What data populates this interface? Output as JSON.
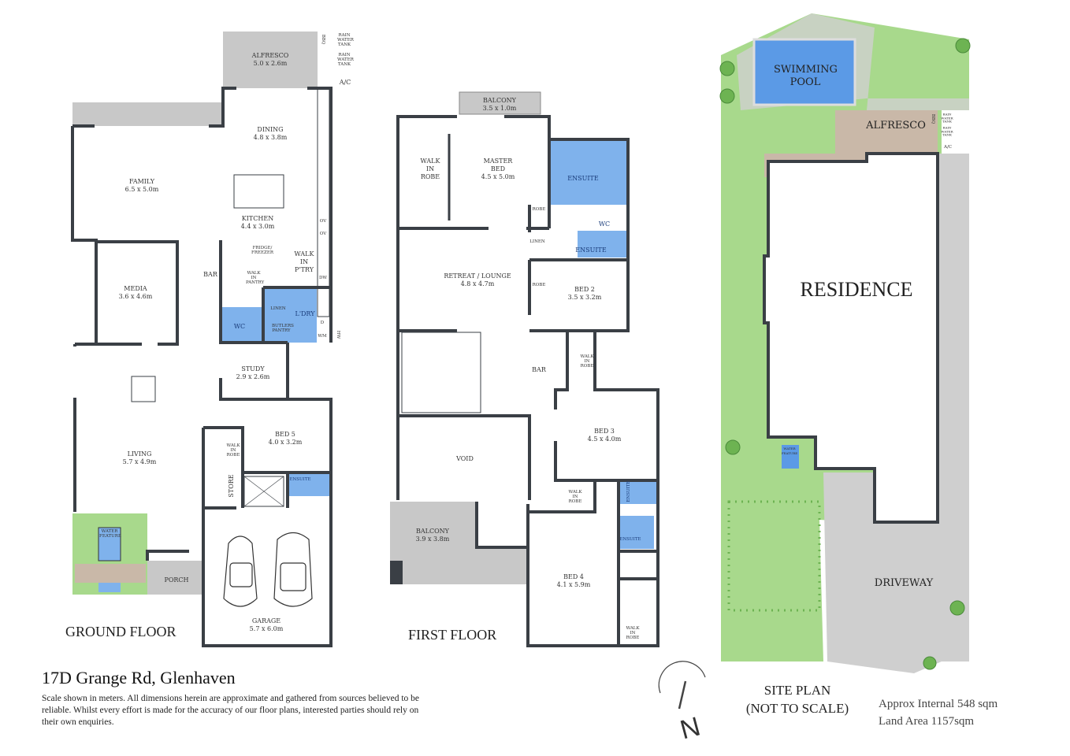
{
  "property": {
    "address": "17D Grange Rd, Glenhaven",
    "disclaimer": "Scale shown in meters. All dimensions herein are approximate and gathered from sources believed to be  reliable. Whilst every effort is made for the accuracy of our floor plans, interested parties should rely on their own enquiries.",
    "internal_area": "Approx Internal  548 sqm",
    "land_area": "Land Area 1157sqm"
  },
  "colors": {
    "wall": "#3a3f45",
    "wet_area": "#7fb2ec",
    "outdoor": "#c8c8c8",
    "lawn": "#a8d98c",
    "pool": "#5b9ae6",
    "deck": "#c9b8a8"
  },
  "ground_floor": {
    "title": "GROUND FLOOR",
    "rooms": [
      {
        "name": "ALFRESCO",
        "dims": "5.0 x 2.6m"
      },
      {
        "name": "DINING",
        "dims": "4.8 x 3.8m"
      },
      {
        "name": "FAMILY",
        "dims": "6.5 x 5.0m"
      },
      {
        "name": "KITCHEN",
        "dims": "4.4 x 3.0m"
      },
      {
        "name": "MEDIA",
        "dims": "3.6 x 4.6m"
      },
      {
        "name": "STUDY",
        "dims": "2.9 x 2.6m"
      },
      {
        "name": "LIVING",
        "dims": "5.7 x 4.9m"
      },
      {
        "name": "BED 5",
        "dims": "4.0 x 3.2m"
      },
      {
        "name": "GARAGE",
        "dims": "5.7 x 6.0m"
      }
    ],
    "labels": {
      "bbq": "BBQ",
      "rain_tank": "RAIN WATER TANK",
      "ac": "A/C",
      "ov": "OV",
      "dw": "DW",
      "bar": "BAR",
      "fridge": "FRIDGE/ FREEZER",
      "walk_in_pantry": "WALK IN PANTRY",
      "walk_in_ptry": "WALK IN P'TRY",
      "linen": "LINEN",
      "laundry": "L'DRY",
      "wc": "WC",
      "butlers": "BUTLERS PANTRY",
      "d": "D",
      "wm": "WM",
      "hw": "HW",
      "walk_in_robe": "WALK IN ROBE",
      "store": "STORE",
      "ensuite": "ENSUITE",
      "water_feature": "WATER FEATURE",
      "porch": "PORCH"
    }
  },
  "first_floor": {
    "title": "FIRST FLOOR",
    "rooms": [
      {
        "name": "BALCONY",
        "dims": "3.5 x 1.0m"
      },
      {
        "name": "MASTER BED",
        "dims": "4.5 x 5.0m"
      },
      {
        "name": "RETREAT / LOUNGE",
        "dims": "4.8 x 4.7m"
      },
      {
        "name": "BED 2",
        "dims": "3.5 x 3.2m"
      },
      {
        "name": "BED 3",
        "dims": "4.5 x 4.0m"
      },
      {
        "name": "BALCONY",
        "dims": "3.9 x 3.8m"
      },
      {
        "name": "BED 4",
        "dims": "4.1 x 5.9m"
      }
    ],
    "labels": {
      "walk_in_robe": "WALK IN ROBE",
      "ensuite": "ENSUITE",
      "robe": "ROBE",
      "wc": "WC",
      "linen": "LINEN",
      "bar": "BAR",
      "void": "VOID"
    }
  },
  "site_plan": {
    "title_line1": "SITE PLAN",
    "title_line2": "(NOT TO SCALE)",
    "labels": {
      "pool": "SWIMMING POOL",
      "alfresco": "ALFRESCO",
      "residence": "RESIDENCE",
      "driveway": "DRIVEWAY",
      "bbq": "BBQ",
      "rain_tank": "RAIN WATER TANK",
      "ac": "A/C",
      "water_feature": "WATER FEATURE"
    }
  },
  "compass": {
    "label": "N",
    "icon": "north-arrow-icon"
  }
}
